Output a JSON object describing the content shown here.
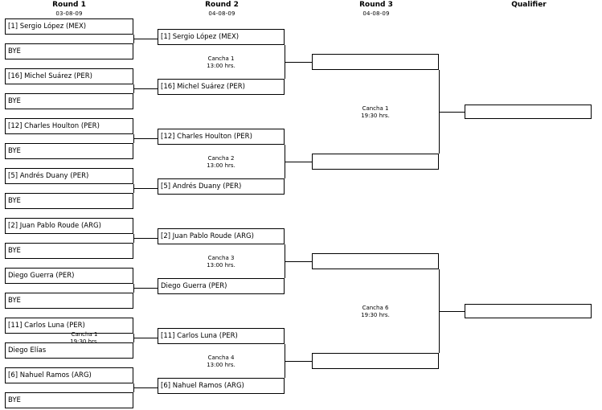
{
  "headers": [
    {
      "title": "Round 1",
      "date": "03-08-09"
    },
    {
      "title": "Round 2",
      "date": "04-08-09"
    },
    {
      "title": "Round 3",
      "date": "04-08-09"
    },
    {
      "title": "Qualifier",
      "date": ""
    }
  ],
  "round1": {
    "slots": [
      "[1] Sergio López (MEX)",
      "BYE",
      "[16] Michel Suárez (PER)",
      "BYE",
      "[12] Charles Houlton (PER)",
      "BYE",
      "[5] Andrés Duany (PER)",
      "BYE",
      "[2] Juan Pablo Roude (ARG)",
      "BYE",
      "Diego Guerra (PER)",
      "BYE",
      "[11] Carlos Luna (PER)",
      "Diego Elías",
      "[6] Nahuel Ramos (ARG)",
      "BYE"
    ],
    "matches": [
      {
        "court": "",
        "time": ""
      },
      {
        "court": "",
        "time": ""
      },
      {
        "court": "",
        "time": ""
      },
      {
        "court": "",
        "time": ""
      },
      {
        "court": "",
        "time": ""
      },
      {
        "court": "",
        "time": ""
      },
      {
        "court": "Cancha 1",
        "time": "19:30 hrs."
      },
      {
        "court": "",
        "time": ""
      }
    ]
  },
  "round2": {
    "slots": [
      "[1] Sergio López (MEX)",
      "[16] Michel Suárez (PER)",
      "[12] Charles Houlton (PER)",
      "[5] Andrés Duany (PER)",
      "[2] Juan Pablo Roude (ARG)",
      "Diego Guerra (PER)",
      "[11] Carlos Luna (PER)",
      "[6] Nahuel Ramos (ARG)"
    ],
    "matches": [
      {
        "court": "Cancha 1",
        "time": "13:00 hrs."
      },
      {
        "court": "Cancha 2",
        "time": "13:00 hrs."
      },
      {
        "court": "Cancha 3",
        "time": "13:00 hrs."
      },
      {
        "court": "Cancha 4",
        "time": "13:00 hrs."
      }
    ]
  },
  "round3": {
    "slots": [
      "",
      "",
      "",
      ""
    ],
    "matches": [
      {
        "court": "Cancha 1",
        "time": "19:30 hrs."
      },
      {
        "court": "Cancha 6",
        "time": "19:30 hrs."
      }
    ]
  },
  "qualifier": {
    "slots": [
      "",
      ""
    ]
  }
}
